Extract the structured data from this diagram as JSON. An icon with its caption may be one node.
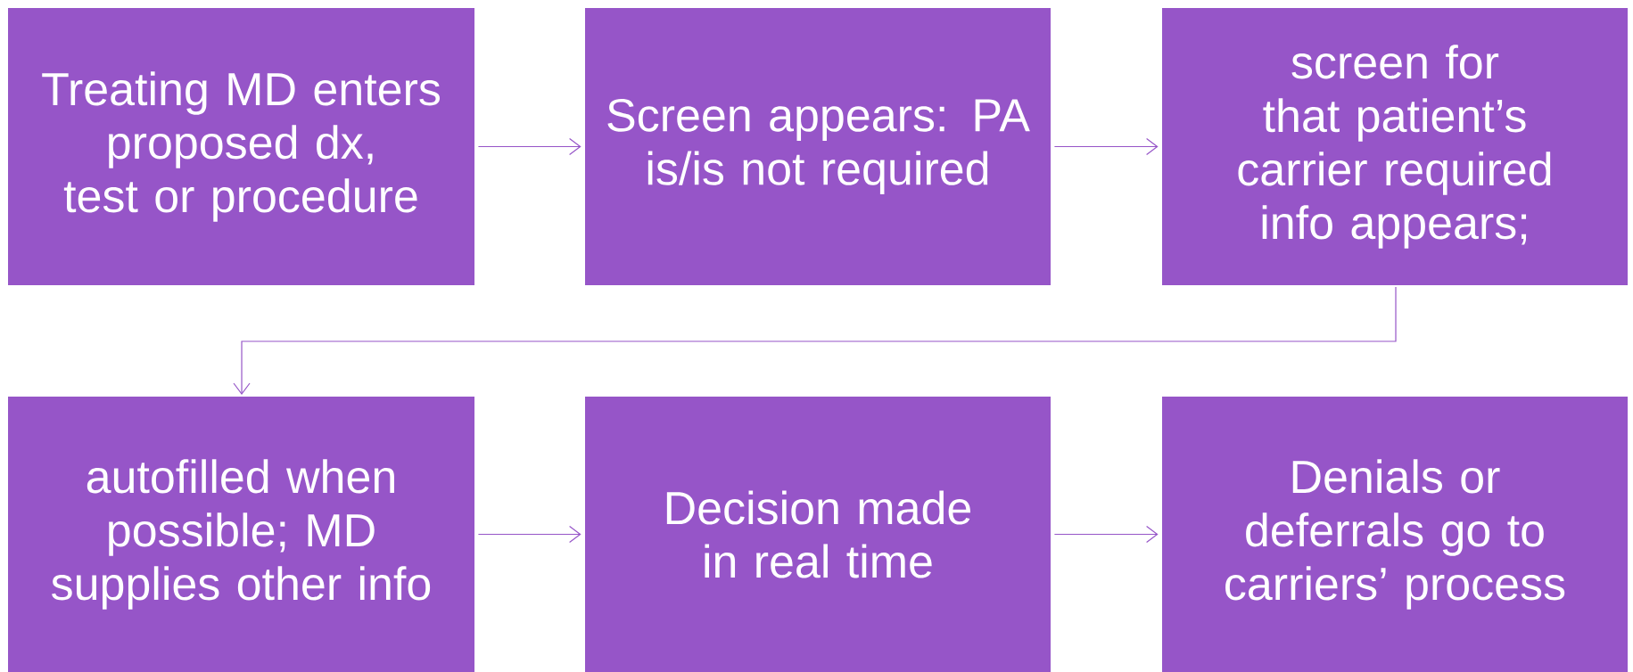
{
  "diagram": {
    "nodes": [
      {
        "text": [
          "Treating  MD enters proposed dx, test or procedure"
        ]
      },
      {
        "text": [
          "Screen appears: PA is/is not required"
        ]
      },
      {
        "text": [
          "screen for that patient’s carrier required info appears;"
        ]
      },
      {
        "text": [
          "autofilled when possible; MD supplies other info"
        ]
      },
      {
        "text": [
          "Decision made in real time"
        ]
      },
      {
        "text": [
          "Denials or deferrals go to carriers’ process"
        ]
      }
    ],
    "edges": [
      {
        "from": 0,
        "to": 1,
        "arrow": "to"
      },
      {
        "from": 1,
        "to": 2,
        "arrow": "to"
      },
      {
        "from": 2,
        "to": 3,
        "arrow": "to"
      },
      {
        "from": 3,
        "to": 4,
        "arrow": "to"
      },
      {
        "from": 4,
        "to": 5,
        "arrow": "to"
      }
    ]
  }
}
